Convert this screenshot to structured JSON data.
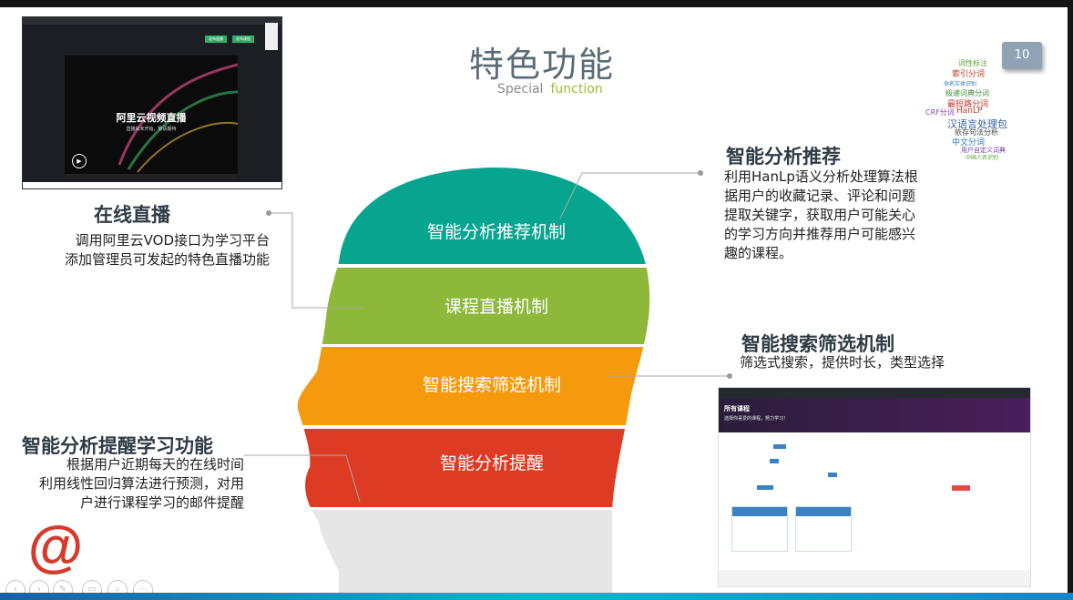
{
  "slide": {
    "title": "特色功能",
    "subtitle_part1": "Special",
    "subtitle_part2": "function",
    "page_number": "10"
  },
  "head_layers": [
    {
      "label": "智能分析推荐机制",
      "color": "#07a58f"
    },
    {
      "label": "课程直播机制",
      "color": "#8db83a"
    },
    {
      "label": "智能搜索筛选机制",
      "color": "#f59a0c"
    },
    {
      "label": "智能分析提醒",
      "color": "#de3b24"
    }
  ],
  "features": {
    "live": {
      "title": "在线直播",
      "desc": [
        "调用阿里云VOD接口为学习平台",
        "添加管理员可发起的特色直播功能"
      ]
    },
    "remind": {
      "title": "智能分析提醒学习功能",
      "desc": [
        "根据用户近期每天的在线时间",
        "利用线性回归算法进行预测，对用",
        "户进行课程学习的邮件提醒"
      ]
    },
    "recommend": {
      "title": "智能分析推荐",
      "desc": [
        "利用HanLp语义分析处理算法根",
        "据用户的收藏记录、评论和问题",
        "提取关键字，获取用户可能关心",
        "的学习方向并推荐用户可能感兴",
        "趣的课程。"
      ]
    },
    "search": {
      "title": "智能搜索筛选机制",
      "desc": [
        "筛选式搜索，提供时长，类型选择"
      ]
    }
  },
  "screenshot_live": {
    "video_title": "阿里云视频直播",
    "video_subtitle": "直播尚未开始，敬请期待",
    "btn1": "发布直播",
    "btn2": "发布课程"
  },
  "screenshot_courses": {
    "banner_title": "所有课程",
    "banner_subtitle": "选择你喜爱的课程，努力学习！"
  },
  "word_cloud": [
    {
      "text": "词性标注",
      "color": "#5a9e2f"
    },
    {
      "text": "索引分词",
      "color": "#c0392b"
    },
    {
      "text": "命名实体识别",
      "color": "#2a7ab9"
    },
    {
      "text": "极速词典分词",
      "color": "#3d8f3a"
    },
    {
      "text": "最短路分词",
      "color": "#c0392b"
    },
    {
      "text": "CRF分词",
      "color": "#8e44ad"
    },
    {
      "text": "HanLP",
      "color": "#c0392b"
    },
    {
      "text": "汉语言处理包",
      "color": "#2c5fa8"
    },
    {
      "text": "依存句法分析",
      "color": "#444444"
    },
    {
      "text": "中文分词",
      "color": "#2a7ab9"
    },
    {
      "text": "用户自定义词典",
      "color": "#7a3fa8"
    },
    {
      "text": "中国人名识别",
      "color": "#5a9e2f"
    }
  ],
  "logo_symbol": "@",
  "nav_controls": [
    "‹",
    "›",
    "✎",
    "▭",
    "⌕",
    "⋯"
  ]
}
